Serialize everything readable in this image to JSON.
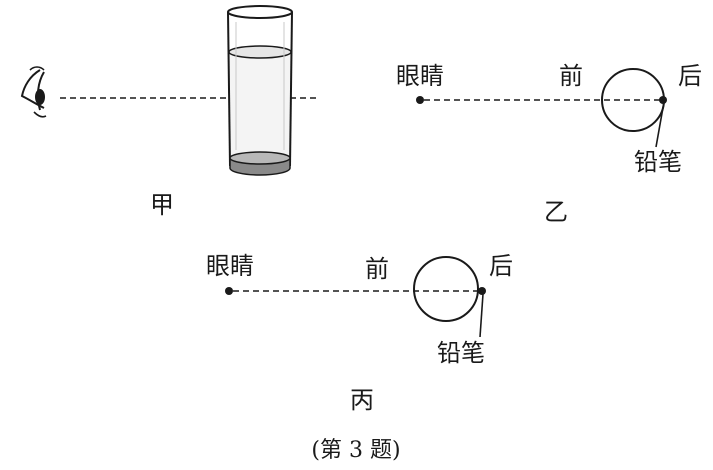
{
  "panels": {
    "jia": {
      "label": "甲"
    },
    "yi": {
      "label": "乙",
      "eye_label": "眼睛",
      "front_label": "前",
      "back_label": "后",
      "pencil_label": "铅笔"
    },
    "bing": {
      "label": "丙",
      "eye_label": "眼睛",
      "front_label": "前",
      "back_label": "后",
      "pencil_label": "铅笔"
    }
  },
  "caption": "(第 3 题)"
}
